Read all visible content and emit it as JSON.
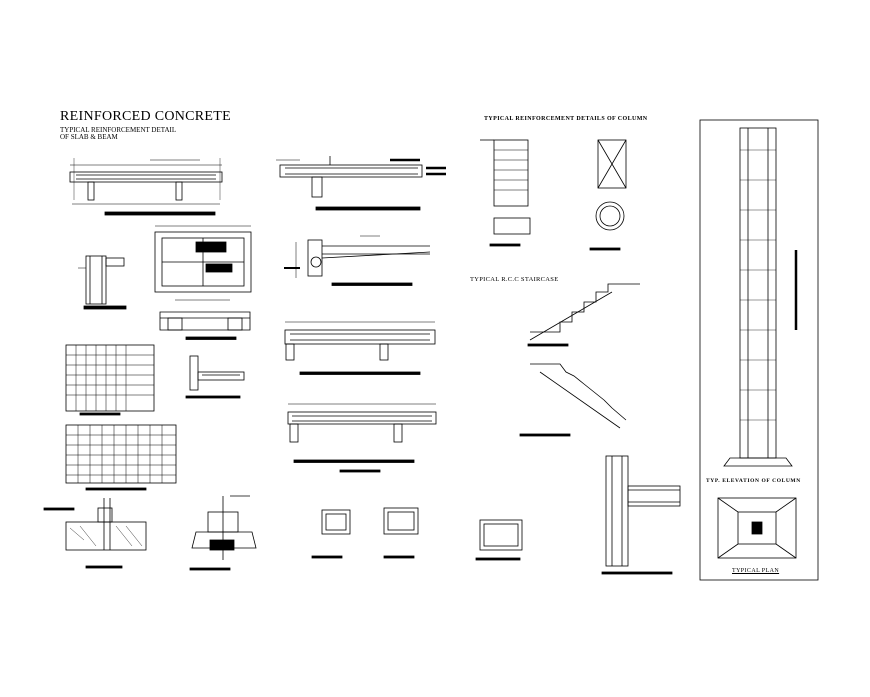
{
  "sheet": {
    "title": "REINFORCED CONCRETE",
    "subtitle_line1": "TYPICAL REINFORCEMENT DETAIL",
    "subtitle_line2": "OF SLAB & BEAM",
    "column_heading": "TYPICAL REINFORCEMENT DETAILS OF COLUMN",
    "staircase_heading": "TYPICAL R.C.C STAIRCASE",
    "elevation_caption": "TYP. ELEVATION OF COLUMN",
    "plan_caption": "TYPICAL PLAN"
  },
  "colors": {
    "ink": "#000000",
    "paper": "#ffffff"
  }
}
